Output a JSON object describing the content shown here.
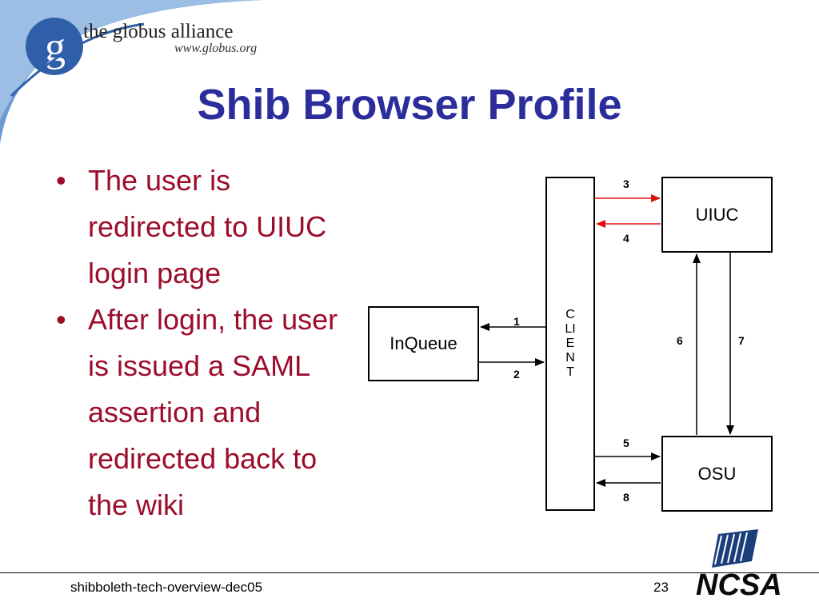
{
  "header": {
    "logo_text": "the globus alliance",
    "logo_url": "www.globus.org",
    "logo_glyph": "g"
  },
  "slide": {
    "title": "Shib Browser Profile",
    "bullets": [
      "The user is redirected to UIUC login page",
      "After login, the user is issued a SAML assertion and redirected back to the wiki"
    ]
  },
  "diagram": {
    "client_label": "CLIENT",
    "inqueue_label": "InQueue",
    "uiuc_label": "UIUC",
    "osu_label": "OSU",
    "steps": {
      "s1": "1",
      "s2": "2",
      "s3": "3",
      "s4": "4",
      "s5": "5",
      "s6": "6",
      "s7": "7",
      "s8": "8"
    },
    "highlight_color": "#e01010"
  },
  "footer": {
    "source": "shibboleth-tech-overview-dec05",
    "page_number": "23",
    "logo_text": "NCSA"
  },
  "colors": {
    "title": "#2b2e9a",
    "bullet_text": "#9b0d2b",
    "header_swoosh": "#5b8fc9"
  }
}
